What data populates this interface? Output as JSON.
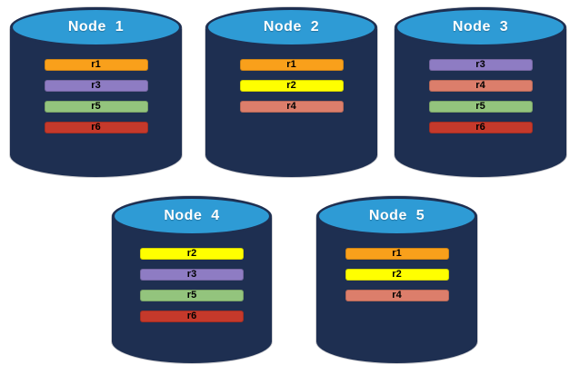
{
  "diagram": {
    "description": "Database replication diagram: five database nodes with replica placement",
    "background": "#FFFFFF",
    "cylinder_style": {
      "body_color": "#1E2F51",
      "top_color": "#2E9BD5",
      "title_color": "#FFFFFF"
    },
    "replica_colors": {
      "r1": "#F9A01B",
      "r2": "#FFFF00",
      "r3": "#8E7CC3",
      "r4": "#DC7E6B",
      "r5": "#93C47D",
      "r6": "#C5392B"
    },
    "nodes": [
      {
        "id": "node-1",
        "title": "Node  1",
        "replicas": [
          "r1",
          "r3",
          "r5",
          "r6"
        ]
      },
      {
        "id": "node-2",
        "title": "Node  2",
        "replicas": [
          "r1",
          "r2",
          "r4"
        ]
      },
      {
        "id": "node-3",
        "title": "Node  3",
        "replicas": [
          "r3",
          "r4",
          "r5",
          "r6"
        ]
      },
      {
        "id": "node-4",
        "title": "Node  4",
        "replicas": [
          "r2",
          "r3",
          "r5",
          "r6"
        ]
      },
      {
        "id": "node-5",
        "title": "Node  5",
        "replicas": [
          "r1",
          "r2",
          "r4"
        ]
      }
    ]
  }
}
